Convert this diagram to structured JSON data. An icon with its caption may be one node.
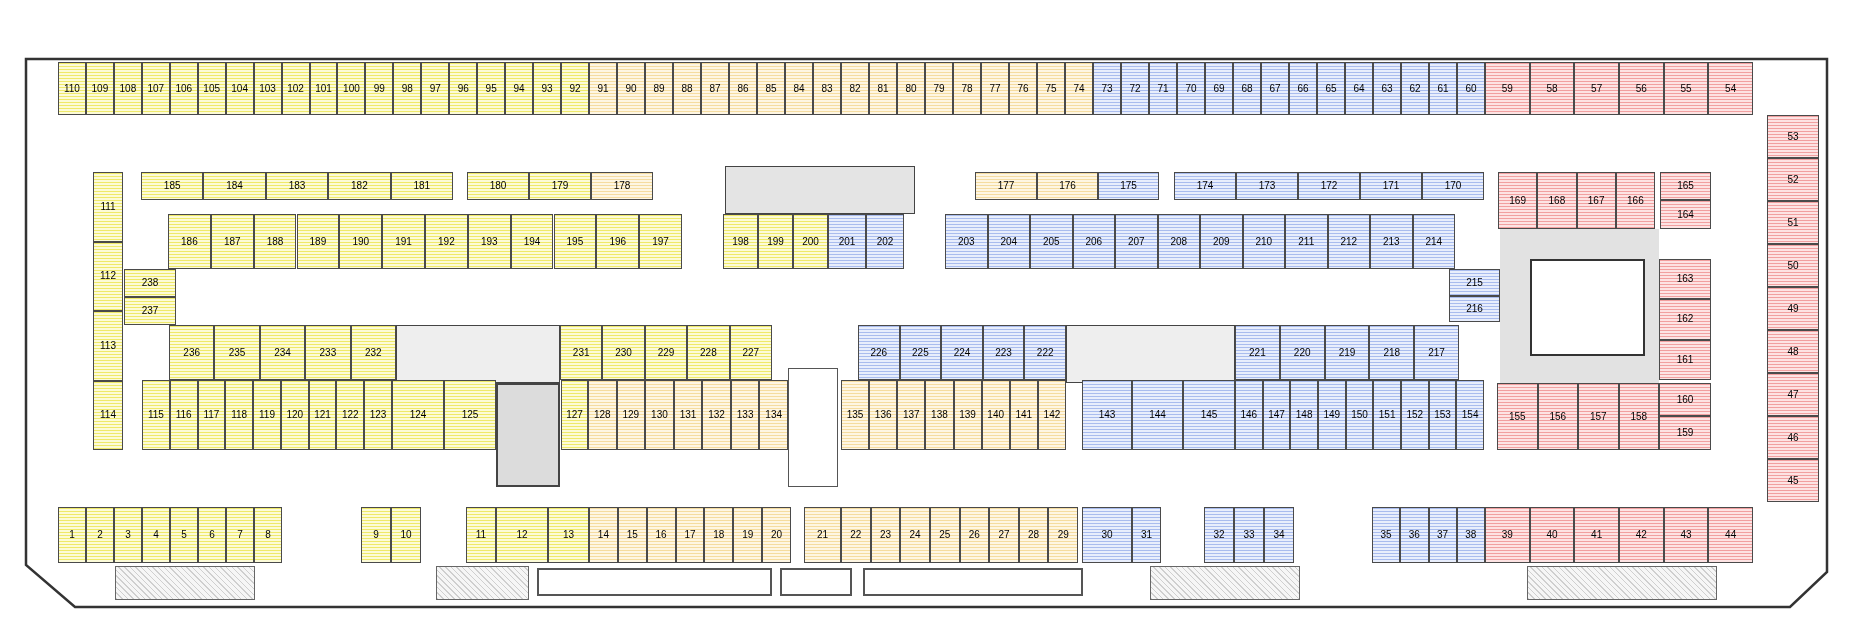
{
  "diagram": {
    "nodes": [
      {
        "text": [
          "1"
        ]
      },
      {
        "text": [
          "2"
        ]
      },
      {
        "text": [
          "3"
        ]
      },
      {
        "text": [
          "4"
        ]
      },
      {
        "text": [
          "5"
        ]
      },
      {
        "text": [
          "6"
        ]
      },
      {
        "text": [
          "7"
        ]
      },
      {
        "text": [
          "8"
        ]
      },
      {
        "text": [
          "9"
        ]
      },
      {
        "text": [
          "10"
        ]
      },
      {
        "text": [
          "11"
        ]
      },
      {
        "text": [
          "12"
        ]
      },
      {
        "text": [
          "13"
        ]
      },
      {
        "text": [
          "14"
        ]
      },
      {
        "text": [
          "15"
        ]
      },
      {
        "text": [
          "16"
        ]
      },
      {
        "text": [
          "17"
        ]
      },
      {
        "text": [
          "18"
        ]
      },
      {
        "text": [
          "19"
        ]
      },
      {
        "text": [
          "20"
        ]
      },
      {
        "text": [
          "21"
        ]
      },
      {
        "text": [
          "22"
        ]
      },
      {
        "text": [
          "23"
        ]
      },
      {
        "text": [
          "24"
        ]
      },
      {
        "text": [
          "25"
        ]
      },
      {
        "text": [
          "26"
        ]
      },
      {
        "text": [
          "27"
        ]
      },
      {
        "text": [
          "28"
        ]
      },
      {
        "text": [
          "29"
        ]
      },
      {
        "text": [
          "30"
        ]
      },
      {
        "text": [
          "31"
        ]
      },
      {
        "text": [
          "32"
        ]
      },
      {
        "text": [
          "33"
        ]
      },
      {
        "text": [
          "34"
        ]
      },
      {
        "text": [
          "35"
        ]
      },
      {
        "text": [
          "36"
        ]
      },
      {
        "text": [
          "37"
        ]
      },
      {
        "text": [
          "38"
        ]
      },
      {
        "text": [
          "39"
        ]
      },
      {
        "text": [
          "40"
        ]
      },
      {
        "text": [
          "41"
        ]
      },
      {
        "text": [
          "42"
        ]
      },
      {
        "text": [
          "43"
        ]
      },
      {
        "text": [
          "44"
        ]
      },
      {
        "text": [
          "45"
        ]
      },
      {
        "text": [
          "46"
        ]
      },
      {
        "text": [
          "47"
        ]
      },
      {
        "text": [
          "48"
        ]
      },
      {
        "text": [
          "49"
        ]
      },
      {
        "text": [
          "50"
        ]
      },
      {
        "text": [
          "51"
        ]
      },
      {
        "text": [
          "52"
        ]
      },
      {
        "text": [
          "53"
        ]
      },
      {
        "text": [
          "54"
        ]
      },
      {
        "text": [
          "55"
        ]
      },
      {
        "text": [
          "56"
        ]
      },
      {
        "text": [
          "57"
        ]
      },
      {
        "text": [
          "58"
        ]
      },
      {
        "text": [
          "59"
        ]
      },
      {
        "text": [
          "60"
        ]
      },
      {
        "text": [
          "61"
        ]
      },
      {
        "text": [
          "62"
        ]
      },
      {
        "text": [
          "63"
        ]
      },
      {
        "text": [
          "64"
        ]
      },
      {
        "text": [
          "65"
        ]
      },
      {
        "text": [
          "66"
        ]
      },
      {
        "text": [
          "67"
        ]
      },
      {
        "text": [
          "68"
        ]
      },
      {
        "text": [
          "69"
        ]
      },
      {
        "text": [
          "70"
        ]
      },
      {
        "text": [
          "71"
        ]
      },
      {
        "text": [
          "72"
        ]
      },
      {
        "text": [
          "73"
        ]
      },
      {
        "text": [
          "74"
        ]
      },
      {
        "text": [
          "75"
        ]
      },
      {
        "text": [
          "76"
        ]
      },
      {
        "text": [
          "77"
        ]
      },
      {
        "text": [
          "78"
        ]
      },
      {
        "text": [
          "79"
        ]
      },
      {
        "text": [
          "80"
        ]
      },
      {
        "text": [
          "81"
        ]
      },
      {
        "text": [
          "82"
        ]
      },
      {
        "text": [
          "83"
        ]
      },
      {
        "text": [
          "84"
        ]
      },
      {
        "text": [
          "85"
        ]
      },
      {
        "text": [
          "86"
        ]
      },
      {
        "text": [
          "87"
        ]
      },
      {
        "text": [
          "88"
        ]
      },
      {
        "text": [
          "89"
        ]
      },
      {
        "text": [
          "90"
        ]
      },
      {
        "text": [
          "91"
        ]
      },
      {
        "text": [
          "92"
        ]
      },
      {
        "text": [
          "93"
        ]
      },
      {
        "text": [
          "94"
        ]
      },
      {
        "text": [
          "95"
        ]
      },
      {
        "text": [
          "96"
        ]
      },
      {
        "text": [
          "97"
        ]
      },
      {
        "text": [
          "98"
        ]
      },
      {
        "text": [
          "99"
        ]
      },
      {
        "text": [
          "100"
        ]
      },
      {
        "text": [
          "101"
        ]
      },
      {
        "text": [
          "102"
        ]
      },
      {
        "text": [
          "103"
        ]
      },
      {
        "text": [
          "104"
        ]
      },
      {
        "text": [
          "105"
        ]
      },
      {
        "text": [
          "106"
        ]
      },
      {
        "text": [
          "107"
        ]
      },
      {
        "text": [
          "108"
        ]
      },
      {
        "text": [
          "109"
        ]
      },
      {
        "text": [
          "110"
        ]
      },
      {
        "text": [
          "111"
        ]
      },
      {
        "text": [
          "112"
        ]
      },
      {
        "text": [
          "113"
        ]
      },
      {
        "text": [
          "114"
        ]
      },
      {
        "text": [
          "115"
        ]
      },
      {
        "text": [
          "116"
        ]
      },
      {
        "text": [
          "117"
        ]
      },
      {
        "text": [
          "118"
        ]
      },
      {
        "text": [
          "119"
        ]
      },
      {
        "text": [
          "120"
        ]
      },
      {
        "text": [
          "121"
        ]
      },
      {
        "text": [
          "122"
        ]
      },
      {
        "text": [
          "123"
        ]
      },
      {
        "text": [
          "124"
        ]
      },
      {
        "text": [
          "125"
        ]
      },
      {
        "text": [
          "127"
        ]
      },
      {
        "text": [
          "128"
        ]
      },
      {
        "text": [
          "129"
        ]
      },
      {
        "text": [
          "130"
        ]
      },
      {
        "text": [
          "131"
        ]
      },
      {
        "text": [
          "132"
        ]
      },
      {
        "text": [
          "133"
        ]
      },
      {
        "text": [
          "134"
        ]
      },
      {
        "text": [
          "135"
        ]
      },
      {
        "text": [
          "136"
        ]
      },
      {
        "text": [
          "137"
        ]
      },
      {
        "text": [
          "138"
        ]
      },
      {
        "text": [
          "139"
        ]
      },
      {
        "text": [
          "140"
        ]
      },
      {
        "text": [
          "141"
        ]
      },
      {
        "text": [
          "142"
        ]
      },
      {
        "text": [
          "143"
        ]
      },
      {
        "text": [
          "144"
        ]
      },
      {
        "text": [
          "145"
        ]
      },
      {
        "text": [
          "146"
        ]
      },
      {
        "text": [
          "147"
        ]
      },
      {
        "text": [
          "148"
        ]
      },
      {
        "text": [
          "149"
        ]
      },
      {
        "text": [
          "150"
        ]
      },
      {
        "text": [
          "151"
        ]
      },
      {
        "text": [
          "152"
        ]
      },
      {
        "text": [
          "153"
        ]
      },
      {
        "text": [
          "154"
        ]
      },
      {
        "text": [
          "155"
        ]
      },
      {
        "text": [
          "156"
        ]
      },
      {
        "text": [
          "157"
        ]
      },
      {
        "text": [
          "158"
        ]
      },
      {
        "text": [
          "159"
        ]
      },
      {
        "text": [
          "160"
        ]
      },
      {
        "text": [
          "161"
        ]
      },
      {
        "text": [
          "162"
        ]
      },
      {
        "text": [
          "163"
        ]
      },
      {
        "text": [
          "164"
        ]
      },
      {
        "text": [
          "165"
        ]
      },
      {
        "text": [
          "166"
        ]
      },
      {
        "text": [
          "167"
        ]
      },
      {
        "text": [
          "168"
        ]
      },
      {
        "text": [
          "169"
        ]
      },
      {
        "text": [
          "170"
        ]
      },
      {
        "text": [
          "171"
        ]
      },
      {
        "text": [
          "172"
        ]
      },
      {
        "text": [
          "173"
        ]
      },
      {
        "text": [
          "174"
        ]
      },
      {
        "text": [
          "175"
        ]
      },
      {
        "text": [
          "176"
        ]
      },
      {
        "text": [
          "177"
        ]
      },
      {
        "text": [
          "178"
        ]
      },
      {
        "text": [
          "179"
        ]
      },
      {
        "text": [
          "180"
        ]
      },
      {
        "text": [
          "181"
        ]
      },
      {
        "text": [
          "182"
        ]
      },
      {
        "text": [
          "183"
        ]
      },
      {
        "text": [
          "184"
        ]
      },
      {
        "text": [
          "185"
        ]
      },
      {
        "text": [
          "186"
        ]
      },
      {
        "text": [
          "187"
        ]
      },
      {
        "text": [
          "188"
        ]
      },
      {
        "text": [
          "189"
        ]
      },
      {
        "text": [
          "190"
        ]
      },
      {
        "text": [
          "191"
        ]
      },
      {
        "text": [
          "192"
        ]
      },
      {
        "text": [
          "193"
        ]
      },
      {
        "text": [
          "194"
        ]
      },
      {
        "text": [
          "195"
        ]
      },
      {
        "text": [
          "196"
        ]
      },
      {
        "text": [
          "197"
        ]
      },
      {
        "text": [
          "198"
        ]
      },
      {
        "text": [
          "199"
        ]
      },
      {
        "text": [
          "200"
        ]
      },
      {
        "text": [
          "201"
        ]
      },
      {
        "text": [
          "202"
        ]
      },
      {
        "text": [
          "203"
        ]
      },
      {
        "text": [
          "204"
        ]
      },
      {
        "text": [
          "205"
        ]
      },
      {
        "text": [
          "206"
        ]
      },
      {
        "text": [
          "207"
        ]
      },
      {
        "text": [
          "208"
        ]
      },
      {
        "text": [
          "209"
        ]
      },
      {
        "text": [
          "210"
        ]
      },
      {
        "text": [
          "211"
        ]
      },
      {
        "text": [
          "212"
        ]
      },
      {
        "text": [
          "213"
        ]
      },
      {
        "text": [
          "214"
        ]
      },
      {
        "text": [
          "215"
        ]
      },
      {
        "text": [
          "216"
        ]
      },
      {
        "text": [
          "217"
        ]
      },
      {
        "text": [
          "218"
        ]
      },
      {
        "text": [
          "219"
        ]
      },
      {
        "text": [
          "220"
        ]
      },
      {
        "text": [
          "221"
        ]
      },
      {
        "text": [
          "222"
        ]
      },
      {
        "text": [
          "223"
        ]
      },
      {
        "text": [
          "224"
        ]
      },
      {
        "text": [
          "225"
        ]
      },
      {
        "text": [
          "226"
        ]
      },
      {
        "text": [
          "227"
        ]
      },
      {
        "text": [
          "228"
        ]
      },
      {
        "text": [
          "229"
        ]
      },
      {
        "text": [
          "230"
        ]
      },
      {
        "text": [
          "231"
        ]
      },
      {
        "text": [
          "232"
        ]
      },
      {
        "text": [
          "233"
        ]
      },
      {
        "text": [
          "234"
        ]
      },
      {
        "text": [
          "235"
        ]
      },
      {
        "text": [
          "236"
        ]
      },
      {
        "text": [
          "237"
        ]
      },
      {
        "text": [
          "238"
        ]
      }
    ]
  }
}
